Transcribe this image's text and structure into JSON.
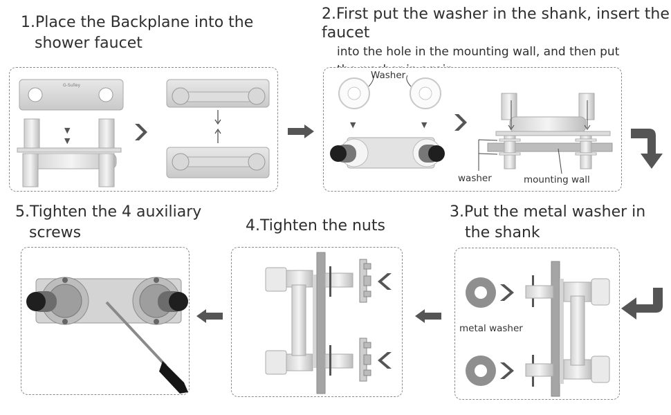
{
  "steps": [
    {
      "line1": "1.Place the Backplane into the",
      "line2": "shower faucet"
    },
    {
      "line1": "2.First put the washer in the shank, insert the faucet",
      "line2": "into the hole in the mounting wall, and then put",
      "line3": "the washer in again"
    },
    {
      "line1": "3.Put the metal washer in",
      "line2": "the shank"
    },
    {
      "line1": "4.Tighten the nuts"
    },
    {
      "line1": "5.Tighten the 4 auxiliary",
      "line2": "screws"
    }
  ],
  "labels": {
    "washer_top": "Washer",
    "washer_bottom": "washer",
    "mounting_wall": "mounting wall",
    "metal_washer": "metal washer"
  },
  "brand_text": "G-Sulley",
  "colors": {
    "arrow": "#555555",
    "metal": "#c9c9c9",
    "dark": "#2a2a2a"
  }
}
